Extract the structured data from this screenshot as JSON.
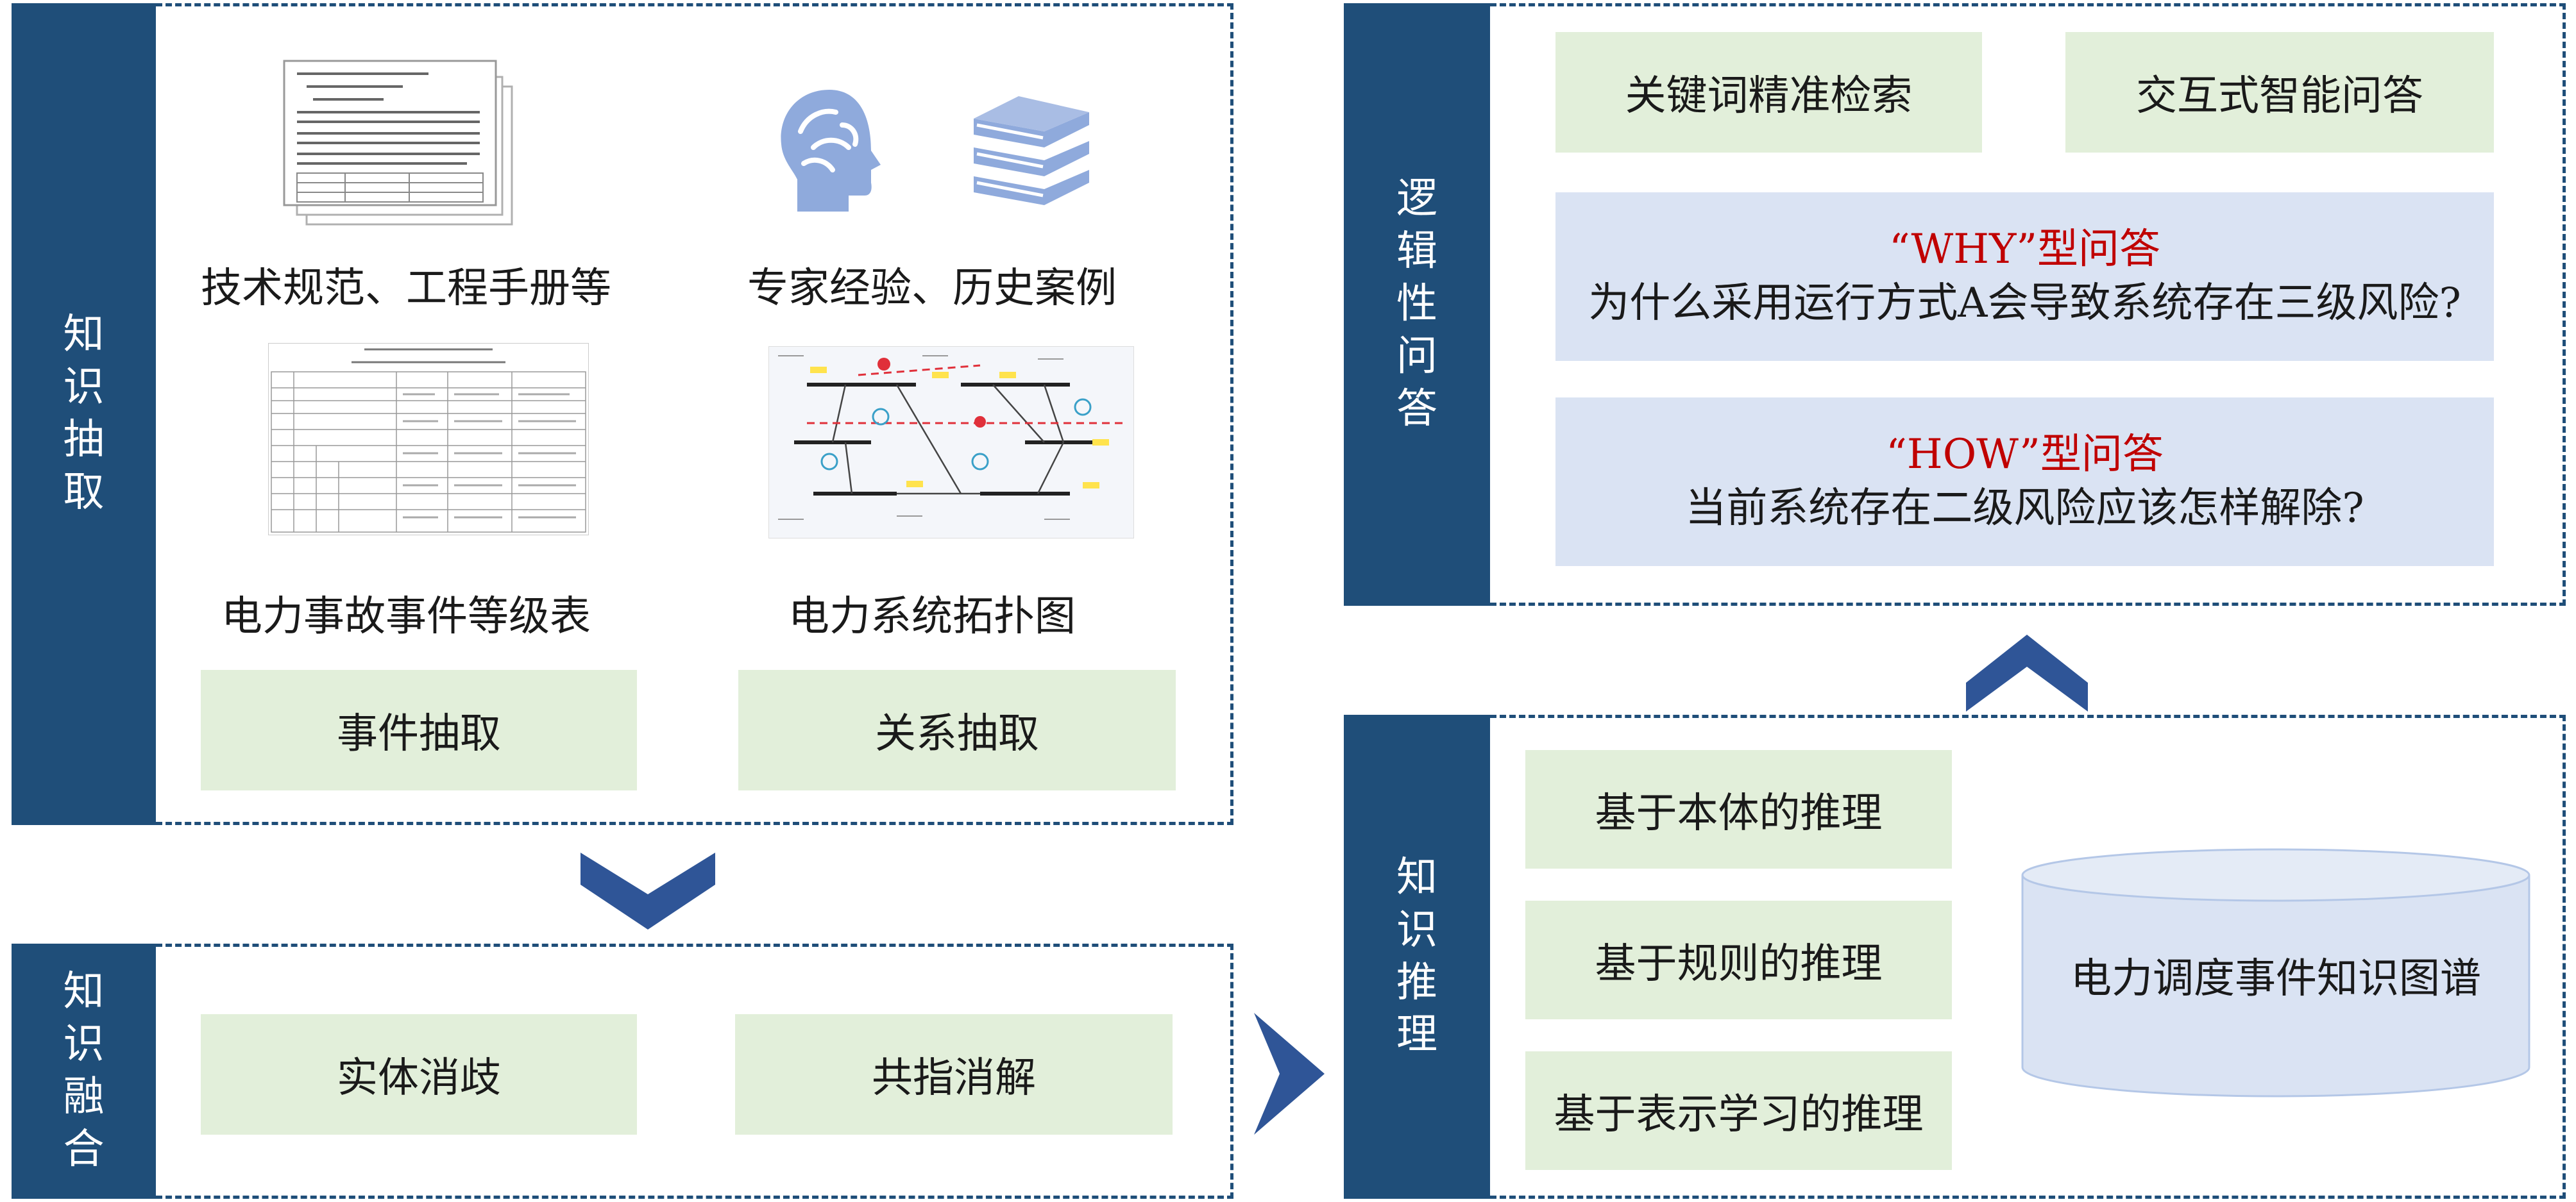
{
  "colors": {
    "dark_blue": "#1f4e79",
    "green_box": "#e2efda",
    "blue_box": "#dae3f3",
    "red_text": "#c00000",
    "arrow": "#2f5597"
  },
  "extraction": {
    "side_label": "知识抽取",
    "sources": [
      {
        "label": "技术规范、工程手册等",
        "icon": "document-pages-icon"
      },
      {
        "label": "专家经验、历史案例",
        "icons": [
          "brain-head-icon",
          "books-icon"
        ]
      },
      {
        "label": "电力事故事件等级表",
        "icon": "grading-table-icon"
      },
      {
        "label": "电力系统拓扑图",
        "icon": "topology-diagram-icon"
      }
    ],
    "methods": [
      "事件抽取",
      "关系抽取"
    ]
  },
  "fusion": {
    "side_label": "知识融合",
    "methods": [
      "实体消歧",
      "共指消解"
    ]
  },
  "qa": {
    "side_label": "逻辑性问答",
    "modes": [
      "关键词精准检索",
      "交互式智能问答"
    ],
    "questions": [
      {
        "type": "“WHY”型问答",
        "text": "为什么采用运行方式A会导致系统存在三级风险?"
      },
      {
        "type": "“HOW”型问答",
        "text": "当前系统存在二级风险应该怎样解除?"
      }
    ]
  },
  "reasoning": {
    "side_label": "知识推理",
    "methods": [
      "基于本体的推理",
      "基于规则的推理",
      "基于表示学习的推理"
    ],
    "kg_label": "电力调度事件知识图谱"
  }
}
